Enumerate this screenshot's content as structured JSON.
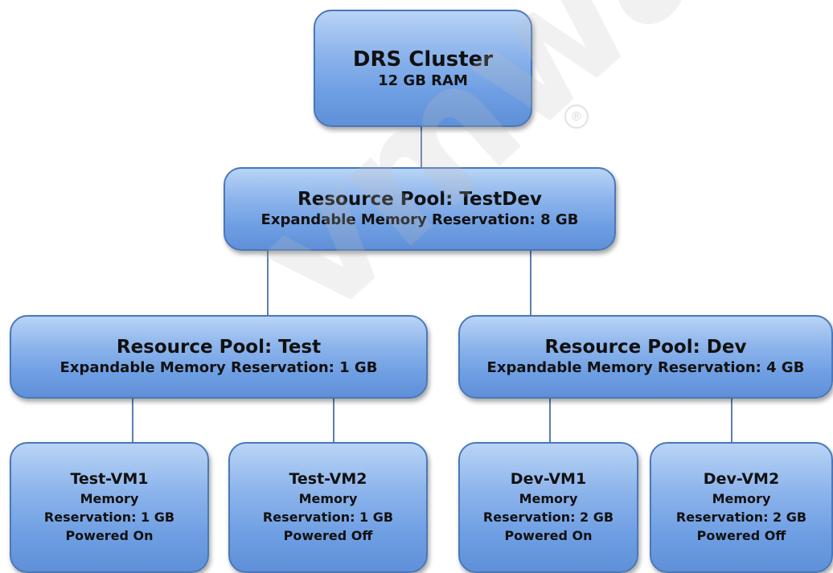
{
  "diagram": {
    "root": {
      "title": "DRS Cluster",
      "sub": "12 GB RAM"
    },
    "pool_testdev": {
      "title": "Resource Pool:  TestDev",
      "sub": "Expandable Memory Reservation:  8 GB"
    },
    "pool_test": {
      "title": "Resource Pool:  Test",
      "sub": "Expandable Memory Reservation:  1 GB"
    },
    "pool_dev": {
      "title": "Resource Pool:  Dev",
      "sub": "Expandable Memory Reservation:  4 GB"
    },
    "vms": [
      {
        "title": "Test-VM1",
        "line1": "Memory",
        "line2": "Reservation:  1 GB",
        "status": "Powered On"
      },
      {
        "title": "Test-VM2",
        "line1": "Memory",
        "line2": "Reservation:  1 GB",
        "status": "Powered Off"
      },
      {
        "title": "Dev-VM1",
        "line1": "Memory",
        "line2": "Reservation:  2 GB",
        "status": "Powered On"
      },
      {
        "title": "Dev-VM2",
        "line1": "Memory",
        "line2": "Reservation:  2 GB",
        "status": "Powered Off"
      }
    ],
    "colors": {
      "node_border": "#4a78b8",
      "node_fill_top": "#b9d4f6",
      "node_fill_bottom": "#5f90d8",
      "connector": "#5b7fb0"
    },
    "watermark": "vmware",
    "watermark_mark": "®"
  }
}
